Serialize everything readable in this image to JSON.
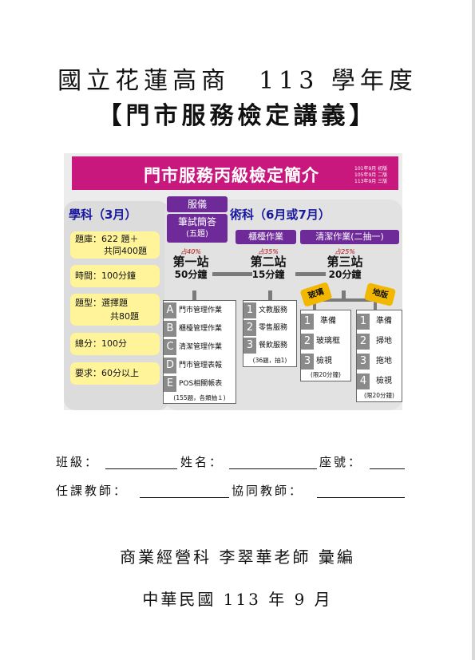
{
  "header": {
    "title_line1": "國立花蓮高商　113 學年度",
    "title_line2": "【門市服務檢定講義】"
  },
  "infographic": {
    "banner_title": "門市服務丙級檢定簡介",
    "versions": [
      "101年9月 初版",
      "105年9月 二版",
      "113年9月 三版"
    ],
    "academic": {
      "heading": "學科（3月）",
      "items": [
        {
          "line1": "題庫：622 題＋",
          "line2": "共同400題"
        },
        {
          "line1": "時間：100分鐘",
          "line2": ""
        },
        {
          "line1": "題型：選擇題",
          "line2": "共80題"
        },
        {
          "line1": "總分：100分",
          "line2": ""
        },
        {
          "line1": "要求：60分以上",
          "line2": ""
        }
      ]
    },
    "practical": {
      "heading": "術科（6月或7月）",
      "tags": {
        "uniform": "服儀",
        "written_line1": "筆試簡答",
        "written_line2": "(五題)",
        "counter": "櫃檯作業",
        "cleaning": "清潔作業(二抽一)"
      },
      "stations": [
        {
          "pct": "占40%",
          "name": "第一站",
          "time": "50分鐘"
        },
        {
          "pct": "占35%",
          "name": "第二站",
          "time": "15分鐘"
        },
        {
          "pct": "占25%",
          "name": "第三站",
          "time": "20分鐘"
        }
      ],
      "station1_items": [
        {
          "num": "A",
          "text": "門市管理作業"
        },
        {
          "num": "B",
          "text": "櫃檯管理作業"
        },
        {
          "num": "C",
          "text": "清潔管理作業"
        },
        {
          "num": "D",
          "text": "門市管理表報"
        },
        {
          "num": "E",
          "text": "POS相關帳表"
        }
      ],
      "station1_note": "(155題，各類抽１)",
      "station2_items": [
        {
          "num": "1",
          "text": "文教服務"
        },
        {
          "num": "2",
          "text": "零售服務"
        },
        {
          "num": "3",
          "text": "餐飲服務"
        }
      ],
      "station2_note": "(36題，抽1)",
      "glass_label": "玻璃",
      "floor_label": "地版",
      "glass_items": [
        {
          "num": "1",
          "text": "準備"
        },
        {
          "num": "2",
          "text": "玻璃框"
        },
        {
          "num": "3",
          "text": "檢視"
        }
      ],
      "glass_note": "(限20分鐘)",
      "floor_items": [
        {
          "num": "1",
          "text": "準備"
        },
        {
          "num": "2",
          "text": "掃地"
        },
        {
          "num": "3",
          "text": "拖地"
        },
        {
          "num": "4",
          "text": "檢視"
        }
      ],
      "floor_note": "(限20分鐘)"
    }
  },
  "form": {
    "class_label": "班級：",
    "name_label": "姓名：",
    "seat_label": "座號：",
    "teacher_label": "任課教師：",
    "co_teacher_label": "協同教師："
  },
  "footer": {
    "compiler": "商業經營科 李翠華老師 彙編",
    "date": "中華民國 113 年 9 月"
  }
}
